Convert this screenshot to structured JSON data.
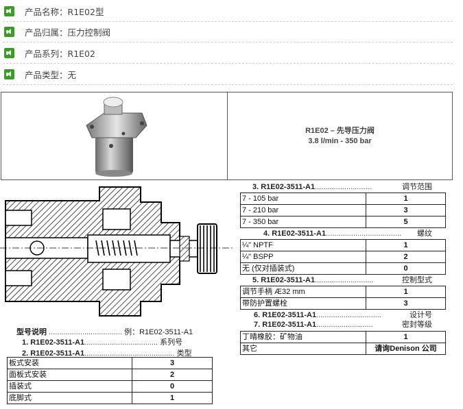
{
  "info": [
    {
      "label": "产品名称：",
      "value": "R1E02型"
    },
    {
      "label": "产品归属：",
      "value": "压力控制阀"
    },
    {
      "label": "产品系列：",
      "value": "R1E02"
    },
    {
      "label": "产品类型：",
      "value": "无"
    }
  ],
  "banner": {
    "title": "R1E02 – 先导压力阀",
    "subtitle": "3.8 l/min - 350 bar"
  },
  "model": {
    "heading": "型号说明",
    "dots": " ...................................",
    "example": "例：R1E02-3511-A1",
    "line1_code": "1. R1E02-3511-A1",
    "line1_dots": "...................................",
    "line1_label": "系列号",
    "line2_code": "2. R1E02-3511-A1",
    "line2_dots": "...........................................",
    "line2_label": "类型"
  },
  "type_table": [
    {
      "name": "板式安装",
      "value": "3"
    },
    {
      "name": "面板式安装",
      "value": "2"
    },
    {
      "name": "插装式",
      "value": "0"
    },
    {
      "name": "底脚式",
      "value": "1"
    }
  ],
  "right": {
    "s3": {
      "code": "3. R1E02-3511-A1",
      "dots": "...........................",
      "label": "调节范围"
    },
    "range": [
      {
        "name": "7 - 105 bar",
        "value": "1"
      },
      {
        "name": "7 - 210 bar",
        "value": "3"
      },
      {
        "name": "7 - 350 bar",
        "value": "5"
      }
    ],
    "s4": {
      "code": "4. R1E02-3511-A1",
      "dots": "....................................",
      "label": "螺纹"
    },
    "thread": [
      {
        "name": "¼\" NPTF",
        "value": "1"
      },
      {
        "name": "¼\" BSPP",
        "value": "2"
      },
      {
        "name": "无 (仅对插装式)",
        "value": "0"
      }
    ],
    "s5": {
      "code": "5. R1E02-3511-A1",
      "dots": "............................",
      "label": "控制型式"
    },
    "control": [
      {
        "name": "调节手柄 Æ32 mm",
        "value": "1"
      },
      {
        "name": "带防护置螺栓",
        "value": "3"
      }
    ],
    "s6": {
      "code": "6. R1E02-3511-A1",
      "dots": "...............................",
      "label": "设计号"
    },
    "s7": {
      "code": "7. R1E02-3511-A1",
      "dots": "...........................",
      "label": "密封等级"
    },
    "seal": [
      {
        "name": "丁晴橡胶：矿物油",
        "value": "1"
      },
      {
        "name": "其它",
        "value": "请询Denison 公司"
      }
    ]
  }
}
